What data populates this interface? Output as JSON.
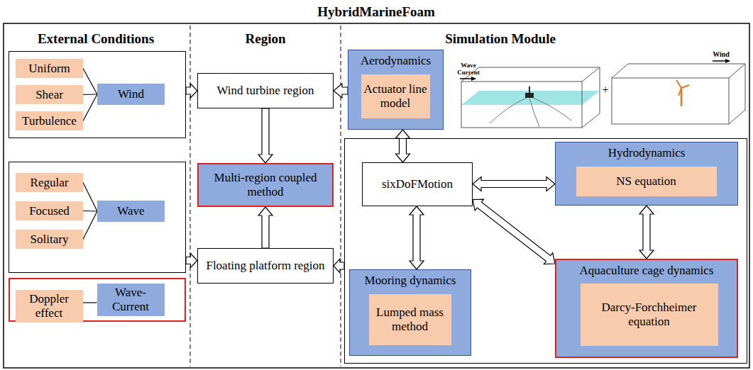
{
  "diagram": {
    "title": "HybridMarineFoam",
    "nodes": [
      {
        "text": []
      },
      {
        "text": [
          "Uniform"
        ],
        "in": 0
      },
      {
        "text": [
          "Shear"
        ],
        "in": 0
      },
      {
        "text": [
          "Turbulence"
        ],
        "in": 0
      },
      {
        "text": [
          "Wind"
        ],
        "in": 0
      },
      {
        "text": []
      },
      {
        "text": [
          "Regular"
        ],
        "in": 5
      },
      {
        "text": [
          "Focused"
        ],
        "in": 5
      },
      {
        "text": [
          "Solitary"
        ],
        "in": 5
      },
      {
        "text": [
          "Wave"
        ],
        "in": 5
      },
      {
        "text": []
      },
      {
        "text": [
          "Doppler effect"
        ],
        "in": 10
      },
      {
        "text": [
          "Wave-Current"
        ],
        "in": 10
      },
      {
        "text": [
          "Wind turbine region"
        ]
      },
      {
        "text": [
          "Multi-region coupled method"
        ]
      },
      {
        "text": [
          "Floating platform region"
        ]
      },
      {
        "text": [
          "Aerodynamics"
        ]
      },
      {
        "text": [
          "Actuator line model"
        ],
        "in": 16
      },
      {
        "text": []
      },
      {
        "text": [
          "sixDoFMotion"
        ],
        "in": 18
      },
      {
        "text": [
          "Hydrodynamics"
        ],
        "in": 18
      },
      {
        "text": [
          "NS equation"
        ],
        "in": 20
      },
      {
        "text": [
          "Mooring dynamics"
        ],
        "in": 18
      },
      {
        "text": [
          "Lumped mass method"
        ],
        "in": 22
      },
      {
        "text": [
          "Aquaculture cage dynamics"
        ],
        "in": 18
      },
      {
        "text": [
          "Darcy-Forchheimer equation"
        ],
        "in": 24
      }
    ],
    "edges": [
      {
        "from": 1,
        "to": 4,
        "arrow": "none"
      },
      {
        "from": 2,
        "to": 4,
        "arrow": "none"
      },
      {
        "from": 3,
        "to": 4,
        "arrow": "none"
      },
      {
        "from": 6,
        "to": 9,
        "arrow": "none"
      },
      {
        "from": 7,
        "to": 9,
        "arrow": "none"
      },
      {
        "from": 8,
        "to": 9,
        "arrow": "none"
      },
      {
        "from": 11,
        "to": 12,
        "arrow": "none"
      },
      {
        "from": 0,
        "to": 13,
        "arrow": "to"
      },
      {
        "from": 5,
        "to": 15,
        "arrow": "to"
      },
      {
        "from": 13,
        "to": 14,
        "arrow": "to"
      },
      {
        "from": 15,
        "to": 14,
        "arrow": "to"
      },
      {
        "from": 16,
        "to": 13,
        "arrow": "to"
      },
      {
        "from": 18,
        "to": 15,
        "arrow": "to"
      },
      {
        "from": 16,
        "to": 19,
        "arrow": "both"
      },
      {
        "from": 19,
        "to": 20,
        "arrow": "both"
      },
      {
        "from": 19,
        "to": 22,
        "arrow": "both"
      },
      {
        "from": 19,
        "to": 24,
        "arrow": "both"
      },
      {
        "from": 20,
        "to": 24,
        "arrow": "both"
      }
    ],
    "labels": [
      "External Conditions",
      "Region",
      "Simulation Module",
      "Wave Current",
      "Wind",
      "+"
    ]
  }
}
